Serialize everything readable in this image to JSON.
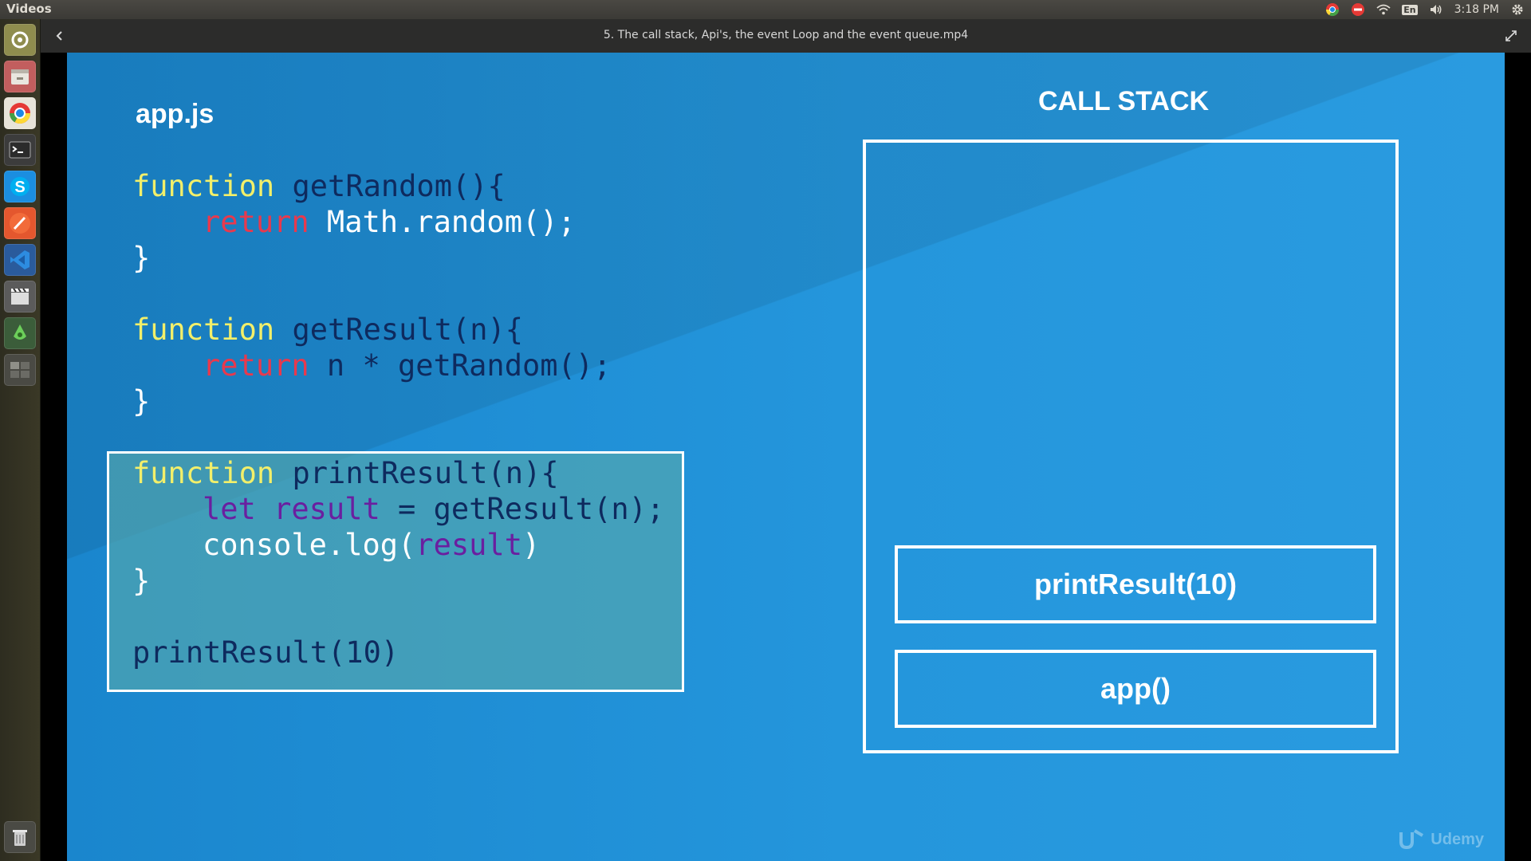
{
  "top_panel": {
    "app_title": "Videos",
    "keyboard_layout": "En",
    "clock": "3:18 PM"
  },
  "launcher": {
    "items": [
      "dash-home-icon",
      "files-icon",
      "chrome-icon",
      "terminal-icon",
      "skype-icon",
      "brush-icon",
      "vscode-icon",
      "video-editor-icon",
      "android-icon",
      "workspace-icon",
      "trash-icon"
    ]
  },
  "video_window": {
    "title": "5. The call stack, Api's, the event Loop and the event queue.mp4"
  },
  "slide": {
    "file_name": "app.js",
    "code": {
      "fn1_kw": "function",
      "fn1_name": " getRandom(){",
      "fn1_ret": "return",
      "fn1_body": " Math.random();",
      "fn1_close": "}",
      "fn2_kw": "function",
      "fn2_name": " getResult(n){",
      "fn2_ret": "return",
      "fn2_body": " n * getRandom();",
      "fn2_close": "}",
      "fn3_kw": "function",
      "fn3_name": " printResult(n){",
      "fn3_let": "let",
      "fn3_var": " result",
      "fn3_assign": " = getResult(n);",
      "fn3_log_a": "console.log(",
      "fn3_log_var": "result",
      "fn3_log_b": ")",
      "fn3_close": "}",
      "call": "printResult(10)"
    },
    "call_stack": {
      "title": "CALL STACK",
      "frames": [
        "printResult(10)",
        "app()"
      ]
    },
    "watermark": "Udemy"
  },
  "colors": {
    "background": "#2496dc",
    "keyword_function": "#f2ef6a",
    "keyword_return": "#e8394d",
    "identifier": "#0e2a5e",
    "variable": "#6a1fa0"
  }
}
